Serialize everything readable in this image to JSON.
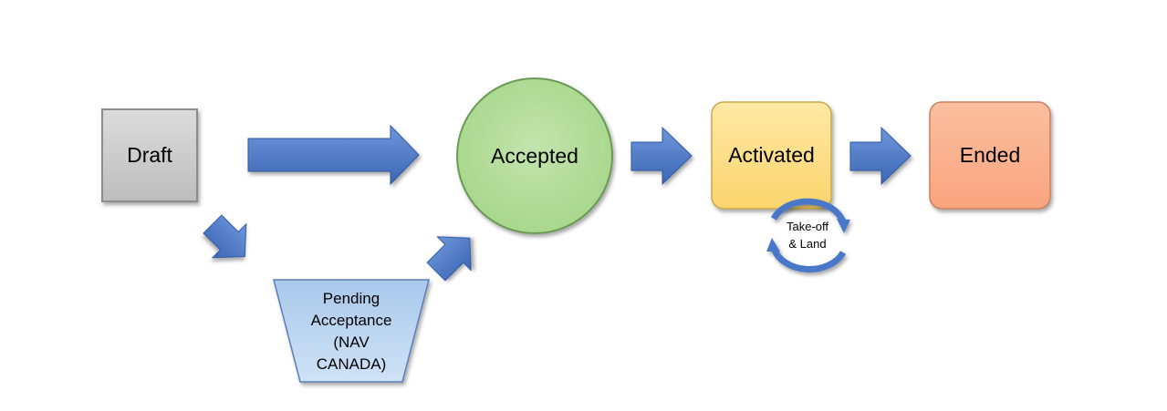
{
  "diagram": {
    "states": {
      "draft": "Draft",
      "accepted": "Accepted",
      "activated": "Activated",
      "ended": "Ended",
      "pending": [
        "Pending",
        "Acceptance",
        "(NAV",
        "CANADA)"
      ]
    },
    "cycle_label": [
      "Take-off",
      "& Land"
    ]
  },
  "colors": {
    "arrow": "#4a78c8",
    "draft": "#cfcfcf",
    "pending": "#b5d1ef",
    "accepted": "#b4dc9c",
    "activated": "#fde08a",
    "ended": "#fbb493"
  }
}
